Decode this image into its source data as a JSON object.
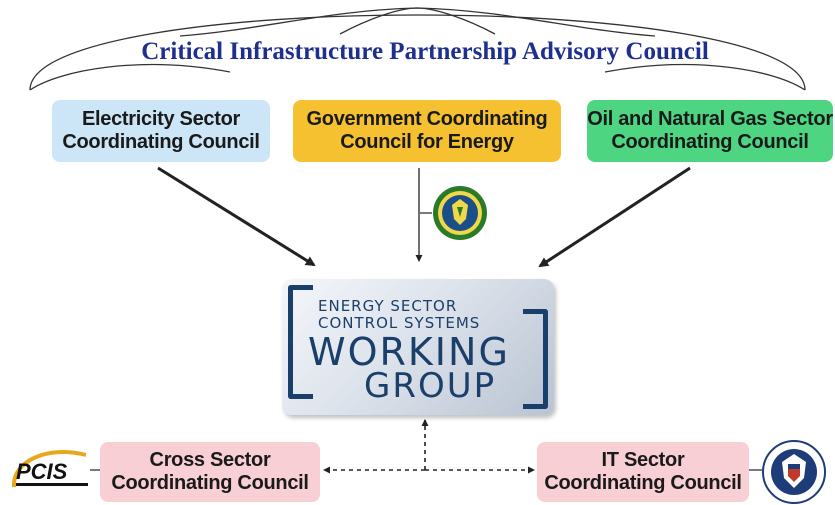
{
  "title": "Critical Infrastructure Partnership Advisory Council",
  "top_boxes": {
    "electricity": {
      "line1": "Electricity Sector",
      "line2": "Coordinating Council"
    },
    "government": {
      "line1": "Government Coordinating",
      "line2": "Council for Energy"
    },
    "oil_gas": {
      "line1": "Oil and Natural Gas Sector",
      "line2": "Coordinating Council"
    }
  },
  "working_group": {
    "line1": "Energy Sector",
    "line2": "Control Systems",
    "line3": "Working",
    "line4": "Group"
  },
  "bottom_boxes": {
    "cross_sector": {
      "line1": "Cross Sector",
      "line2": "Coordinating Council"
    },
    "it_sector": {
      "line1": "IT Sector",
      "line2": "Coordinating Council"
    }
  },
  "logos": {
    "pcis": "PCIS",
    "doe_seal": "seal-icon",
    "dhs_seal": "seal-icon"
  },
  "colors": {
    "title": "#1f2f8e",
    "electricity": "#cce6f8",
    "government": "#f6c131",
    "oil_gas": "#4ed582",
    "bottom": "#f8cfd4",
    "working_group_dark": "#1b3f6b"
  }
}
